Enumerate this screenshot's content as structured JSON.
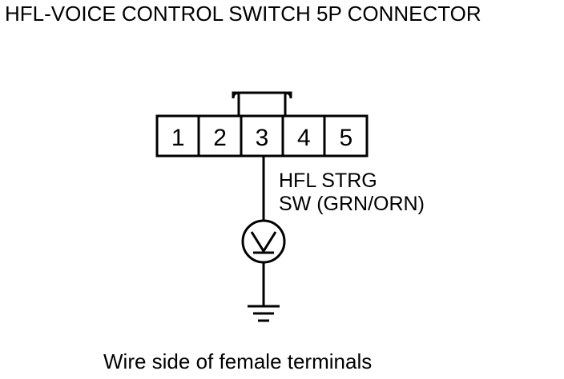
{
  "title": "HFL-VOICE CONTROL SWITCH 5P CONNECTOR",
  "connector": {
    "pins": [
      "1",
      "2",
      "3",
      "4",
      "5"
    ],
    "measured_pin": "3"
  },
  "wire": {
    "label_line1": "HFL STRG",
    "label_line2": "SW (GRN/ORN)"
  },
  "meter": {
    "symbol": "V",
    "icon": "voltmeter-icon"
  },
  "ground": {
    "icon": "ground-icon"
  },
  "caption": "Wire side of female terminals",
  "colors": {
    "line": "#000000",
    "background": "#ffffff"
  }
}
